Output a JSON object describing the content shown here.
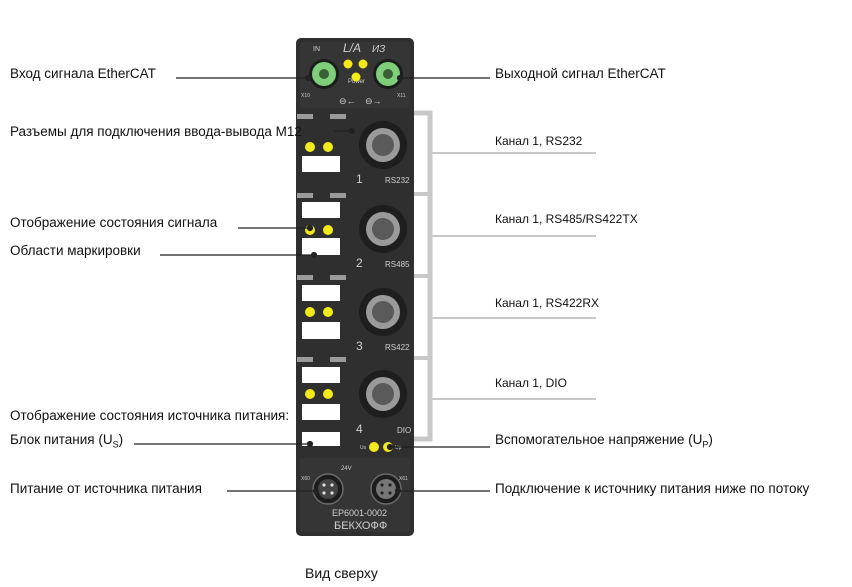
{
  "left_labels": {
    "ethercat_in": "Вход сигнала EtherCAT",
    "m12_sockets": "Разъемы для подключения ввода-вывода M12",
    "signal_status": "Отображение состояния сигнала",
    "marking_areas": "Области маркировки",
    "power_status_heading": "Отображение состояния источника питания:",
    "power_supply_us_text": "Блок питания (U",
    "power_supply_us_sub": "S",
    "power_supply_us_end": ")",
    "power_feed": "Питание от источника питания"
  },
  "right_labels": {
    "ethercat_out": "Выходной сигнал EtherCAT",
    "channel_1": "Канал 1, RS232",
    "channel_2": "Канал 1, RS485/RS422TX",
    "channel_3": "Канал 1, RS422RX",
    "channel_4": "Канал 1, DIO",
    "aux_voltage_text": "Вспомогательное напряжение (U",
    "aux_voltage_sub": "P",
    "aux_voltage_end": ")",
    "power_downstream": "Подключение к источнику питания ниже по потоку"
  },
  "caption": "Вид сверху",
  "module": {
    "top_in": "IN",
    "top_la": "L/A",
    "top_la2": "ИЗ",
    "power_label": "Power",
    "x10": "X10",
    "x11": "X11",
    "ports": [
      {
        "number": "1",
        "type": "RS232"
      },
      {
        "number": "2",
        "type": "RS485"
      },
      {
        "number": "3",
        "type": "RS422"
      },
      {
        "number": "4",
        "type": "DIO"
      }
    ],
    "us_mark": "Us",
    "up_mark": "Up",
    "voltage": "24V",
    "x60": "X60",
    "x61": "X61",
    "part_number": "EP6001-0002",
    "brand": "БЕКХОФФ"
  },
  "colors": {
    "housing": "#2f2f2f",
    "connector_green": "#7fcf7a",
    "led_yellow": "#f2ea1a",
    "bracket_gray": "#c8c8c8",
    "leader": "#222222"
  }
}
